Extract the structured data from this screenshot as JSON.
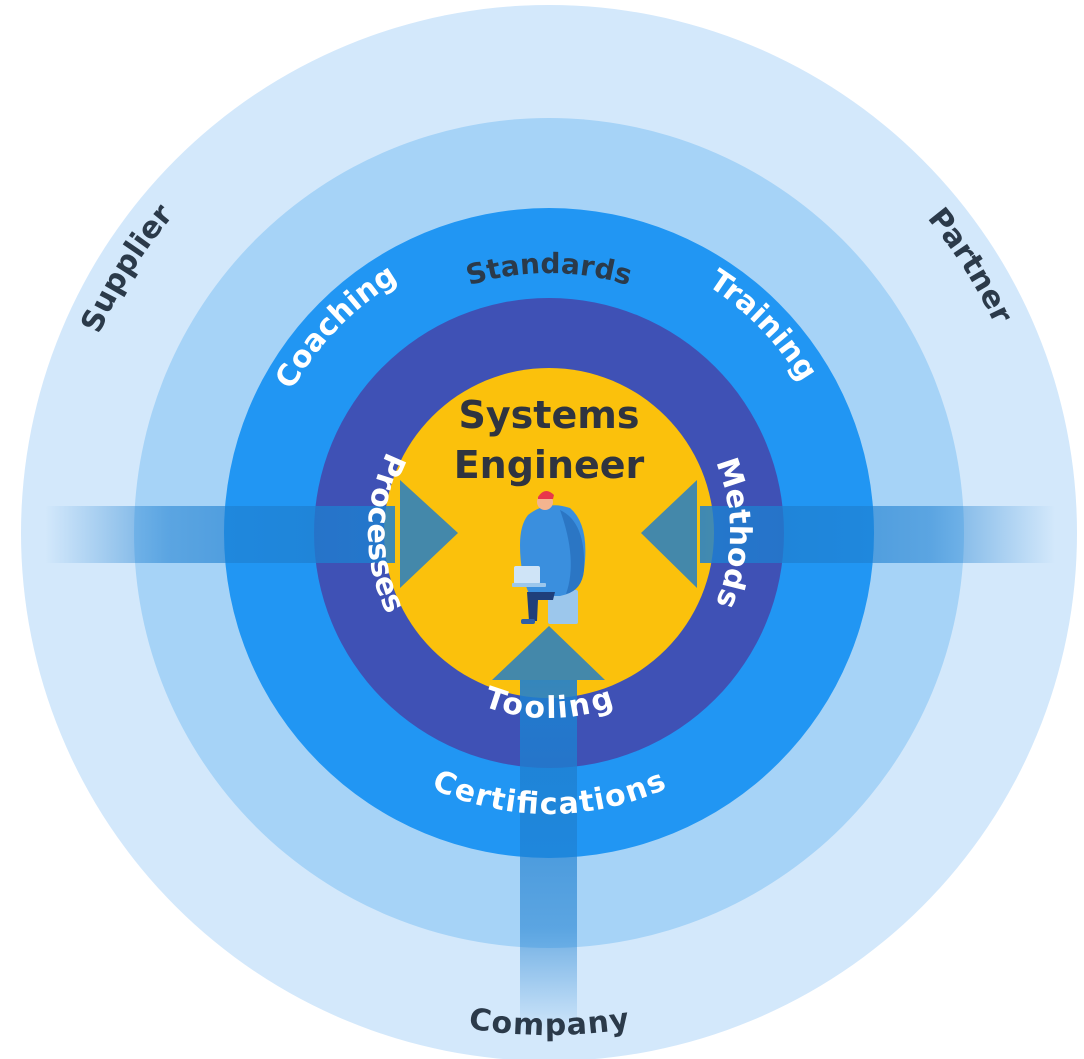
{
  "center": {
    "line1": "Systems",
    "line2": "Engineer",
    "figure_icon": "person-with-laptop-icon"
  },
  "rings": {
    "outer": {
      "top": "Standards",
      "top_left": "Supplier",
      "top_right": "Partner",
      "bottom": "Company"
    },
    "blue": {
      "top_left": "Coaching",
      "top_right": "Training",
      "bottom": "Certifications"
    },
    "indigo": {
      "left": "Processes",
      "right": "Methods",
      "bottom": "Tooling"
    }
  },
  "colors": {
    "outer_ring": "#d3e8fb",
    "second_ring": "#a6d3f7",
    "blue_ring": "#2196f3",
    "indigo_ring": "#3f51b5",
    "center": "#fbc10c",
    "arrow": "#2a7fc0",
    "label_dark": "#2b3a4a",
    "label_light": "#ffffff"
  }
}
